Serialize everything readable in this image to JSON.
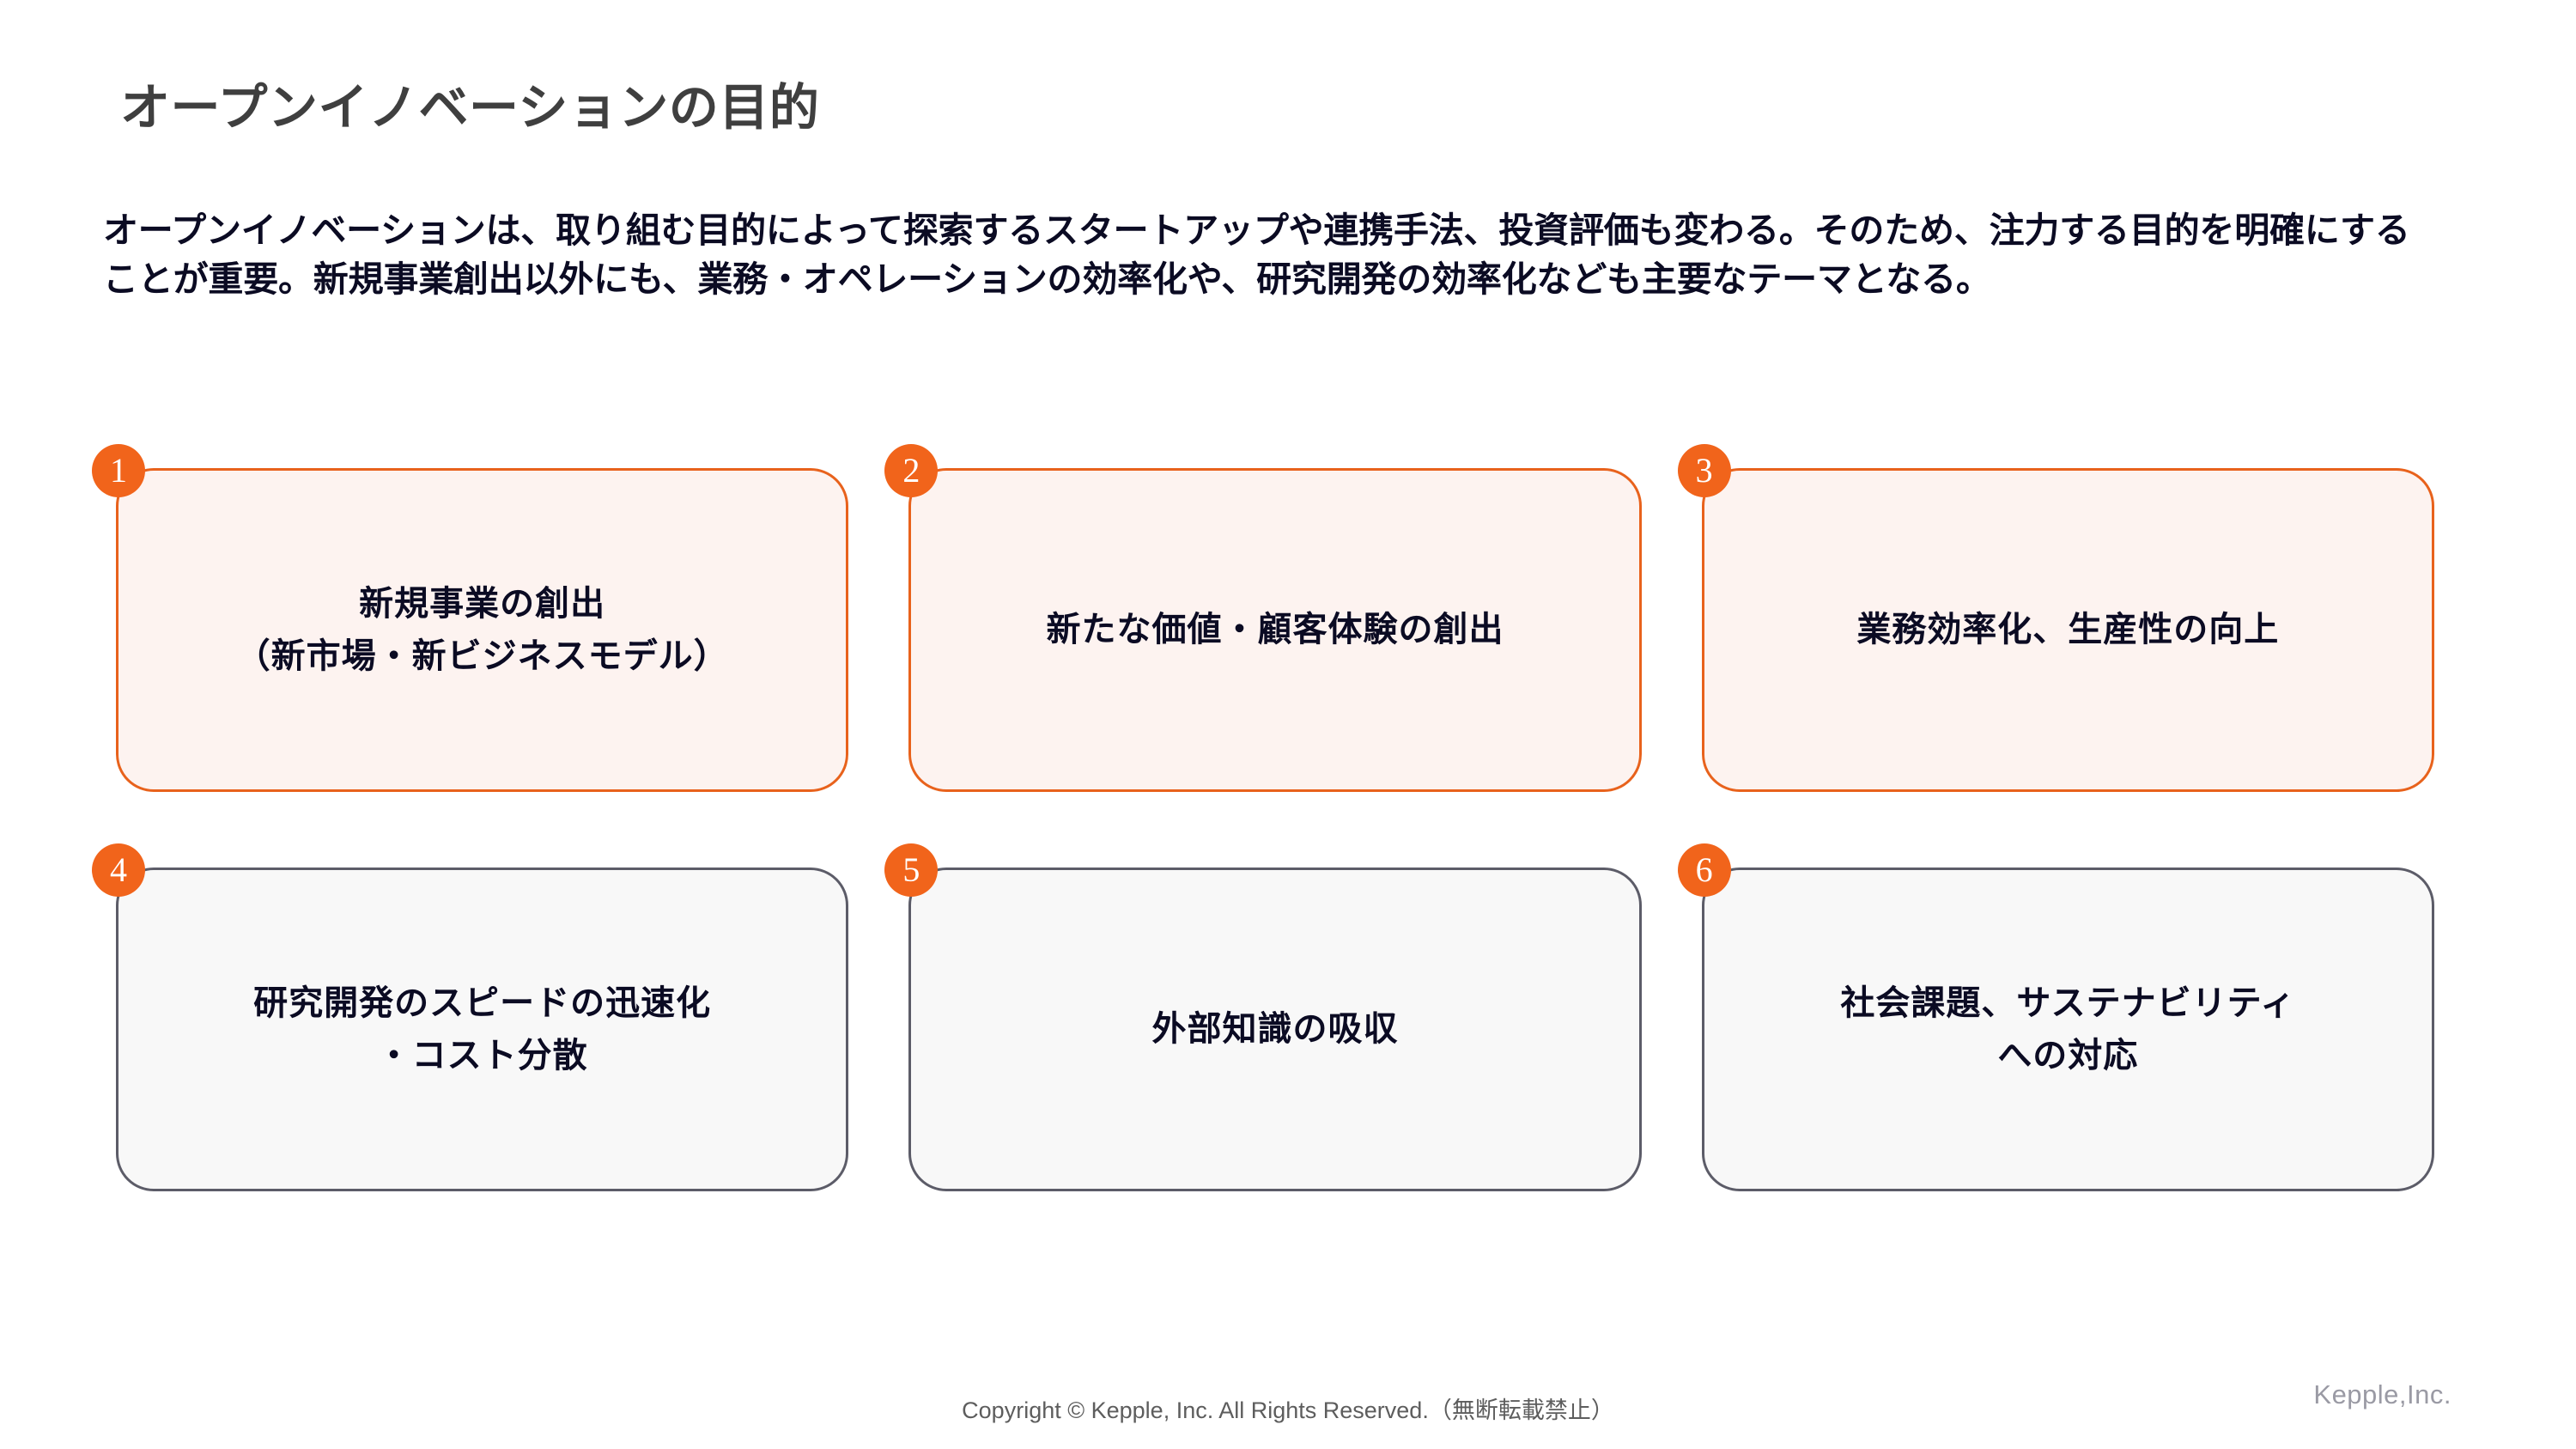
{
  "slide": {
    "title": "オープンイノベーションの目的",
    "lead_paragraph": "オープンイノベーションは、取り組む目的によって探索するスタートアップや連携手法、投資評価も変わる。そのため、注力する目的を明確にすることが重要。新規事業創出以外にも、業務・オペレーションの効率化や、研究開発の効率化なども主要なテーマとなる。"
  },
  "colors": {
    "accent_orange": "#F1641B",
    "card_orange_border": "#E8621C",
    "card_orange_fill": "#FDF3F0",
    "card_gray_border": "#5C5C68",
    "card_gray_fill": "#F8F8F8",
    "title_text": "#3F3F3F",
    "body_text": "#0B0B23",
    "footer_text": "#5D5D5D",
    "logo_text": "#9A9AA4"
  },
  "cards": [
    {
      "number": "1",
      "label": "新規事業の創出\n（新市場・新ビジネスモデル）",
      "style": "orange"
    },
    {
      "number": "2",
      "label": "新たな価値・顧客体験の創出",
      "style": "orange"
    },
    {
      "number": "3",
      "label": "業務効率化、生産性の向上",
      "style": "orange"
    },
    {
      "number": "4",
      "label": "研究開発のスピードの迅速化\n・コスト分散",
      "style": "gray"
    },
    {
      "number": "5",
      "label": "外部知識の吸収",
      "style": "gray"
    },
    {
      "number": "6",
      "label": "社会課題、サステナビリティ\nへの対応",
      "style": "gray"
    }
  ],
  "footer": {
    "copyright": "Copyright © Kepple, Inc. All Rights Reserved.（無断転載禁止）",
    "logo": "Kepple,Inc."
  }
}
